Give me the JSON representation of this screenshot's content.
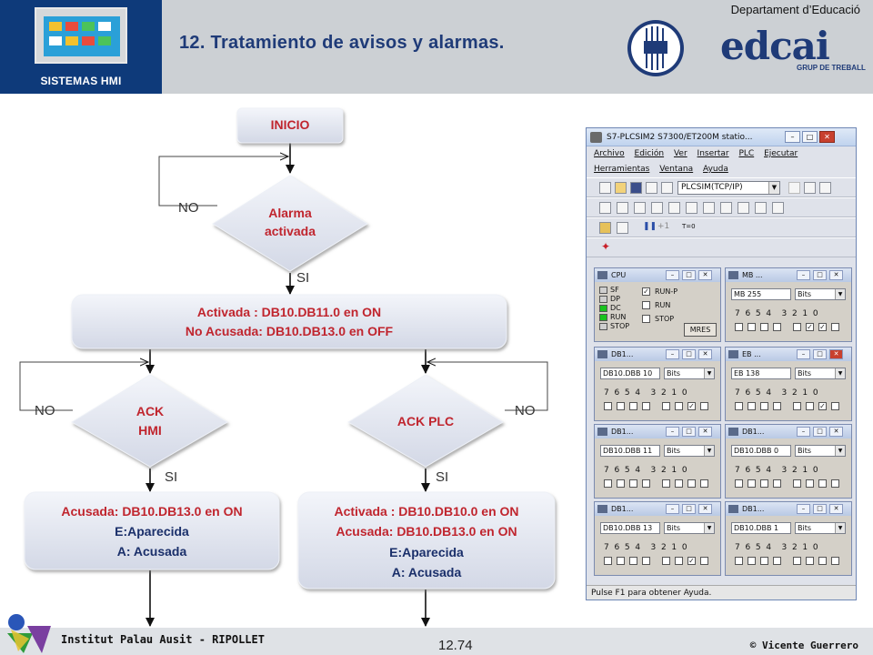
{
  "header": {
    "logo_label": "SISTEMAS HMI",
    "title": "12. Tratamiento de avisos y alarmas.",
    "department": "Departament d’Educació",
    "brand": "edcai",
    "brand_sub": "GRUP DE TREBALL"
  },
  "footer": {
    "school": "Institut Palau Ausit - RIPOLLET",
    "page": "12.74",
    "copyright": "© Vicente Guerrero"
  },
  "flowchart": {
    "start": "INICIO",
    "decision_alarm": [
      "Alarma",
      "activada"
    ],
    "active_box": [
      "Activada : DB10.DB11.0 en ON",
      "No Acusada: DB10.DB13.0 en OFF"
    ],
    "decision_ack_hmi": [
      "ACK",
      "HMI"
    ],
    "decision_ack_plc": "ACK PLC",
    "acked_hmi_box": [
      "Acusada: DB10.DB13.0 en ON",
      "E:Aparecida",
      "A: Acusada"
    ],
    "acked_plc_box": [
      "Activada : DB10.DB10.0 en ON",
      "Acusada: DB10.DB13.0 en ON",
      "E:Aparecida",
      "A: Acusada"
    ],
    "label_no": "NO",
    "label_si": "SI"
  },
  "simulator": {
    "title": "S7-PLCSIM2    S7300/ET200M statio...",
    "menu1": [
      "Archivo",
      "Edición",
      "Ver",
      "Insertar",
      "PLC",
      "Ejecutar"
    ],
    "menu2": [
      "Herramientas",
      "Ventana",
      "Ayuda"
    ],
    "connection": "PLCSIM(TCP/IP)",
    "speed_label": "+1",
    "timer_label": "T=0",
    "cpu": {
      "title": "CPU",
      "leds": [
        "SF",
        "DP",
        "DC",
        "RUN",
        "STOP"
      ],
      "modes": [
        "RUN-P",
        "RUN",
        "STOP"
      ],
      "mres": "MRES"
    },
    "bit_labels": "7  6  5  4    3  2  1  0",
    "panels": [
      {
        "title": "MB ...",
        "address": "MB    255",
        "format": "Bits",
        "checked": [
          6,
          5
        ]
      },
      {
        "title": "DB1...",
        "address": "DB10.DBB  10",
        "format": "Bits",
        "checked": [
          6
        ]
      },
      {
        "title": "EB ...",
        "address": "EB   138",
        "format": "Bits",
        "checked": [
          6
        ]
      },
      {
        "title": "DB1...",
        "address": "DB10.DBB  11",
        "format": "Bits",
        "checked": []
      },
      {
        "title": "DB1...",
        "address": "DB10.DBB  0",
        "format": "Bits",
        "checked": []
      },
      {
        "title": "DB1...",
        "address": "DB10.DBB  13",
        "format": "Bits",
        "checked": [
          6
        ]
      },
      {
        "title": "DB1...",
        "address": "DB10.DBB  1",
        "format": "Bits",
        "checked": []
      }
    ],
    "status": "Pulse F1 para obtener Ayuda."
  },
  "colors": {
    "node_fill": "#dfe3ee",
    "text_blue": "#1a2f6a",
    "header_blue": "#0e3a7a",
    "led_green": "#19c21e"
  }
}
